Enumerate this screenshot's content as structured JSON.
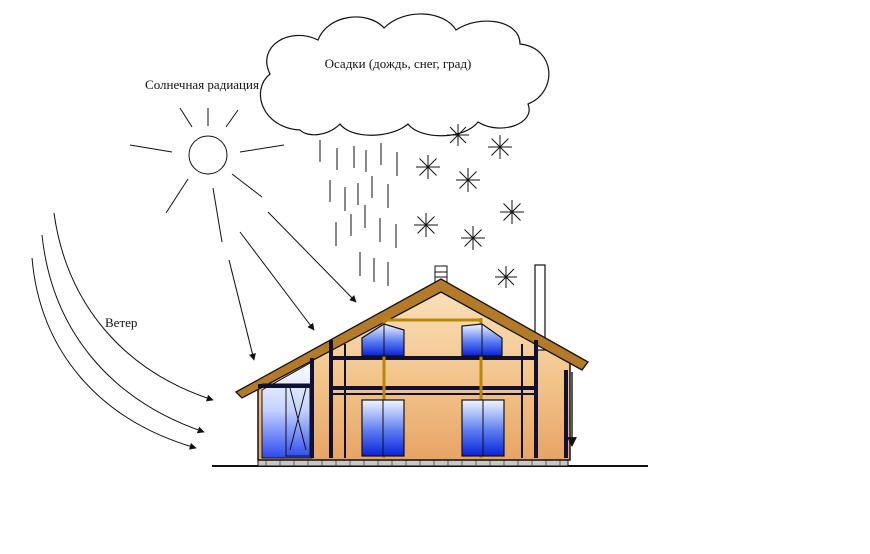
{
  "labels": {
    "precipitation": "Осадки (дождь, снег, град)",
    "solar": "Солнечная радиация",
    "wind": "Ветер"
  },
  "colors": {
    "wall_light": "#f7d8ae",
    "wall_dark": "#e8a868",
    "roof": "#b37a2a",
    "timber": "#b8860b",
    "frame": "#101030",
    "glass_light": "#e8f0ff",
    "glass_dark": "#1030e0"
  }
}
